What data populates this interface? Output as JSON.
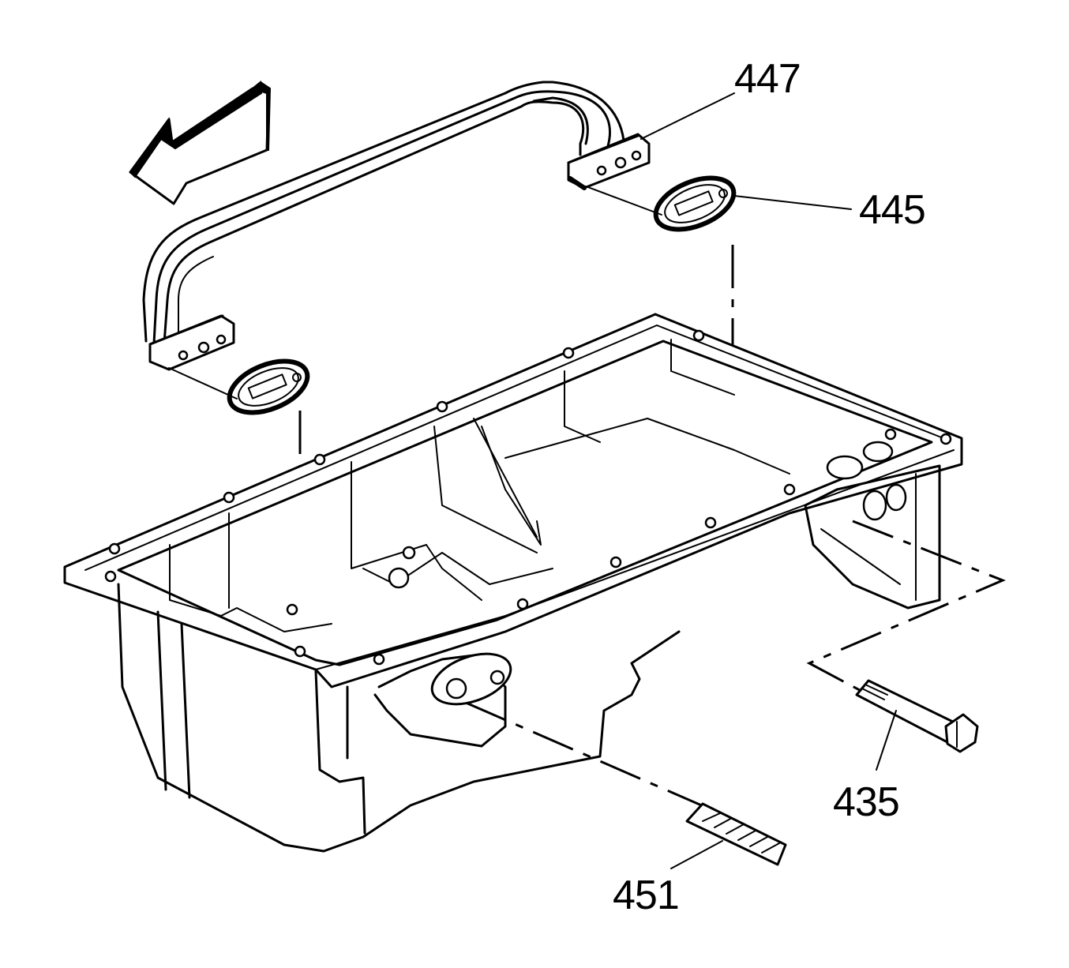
{
  "callouts": {
    "c447": "447",
    "c445": "445",
    "c435": "435",
    "c451": "451"
  },
  "colors": {
    "line": "#000000",
    "background": "#ffffff"
  }
}
